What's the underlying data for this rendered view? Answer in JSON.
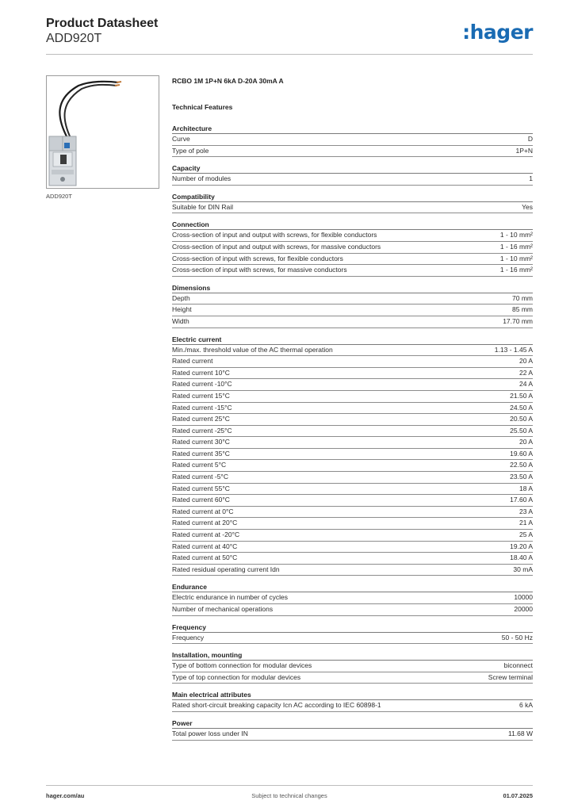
{
  "header": {
    "title": "Product Datasheet",
    "code": "ADD920T",
    "logo": ":hager"
  },
  "image": {
    "caption": "ADD920T"
  },
  "product_title": "RCBO 1M 1P+N 6kA D-20A 30mA A",
  "features_title": "Technical Features",
  "sections": [
    {
      "title": "Architecture",
      "rows": [
        {
          "label": "Curve",
          "value": "D"
        },
        {
          "label": "Type of pole",
          "value": "1P+N"
        }
      ]
    },
    {
      "title": "Capacity",
      "rows": [
        {
          "label": "Number of modules",
          "value": "1"
        }
      ]
    },
    {
      "title": "Compatibility",
      "rows": [
        {
          "label": "Suitable for DIN Rail",
          "value": "Yes"
        }
      ]
    },
    {
      "title": "Connection",
      "rows": [
        {
          "label": "Cross-section of input and output with screws, for flexible conductors",
          "value": "1 - 10 mm²"
        },
        {
          "label": "Cross-section of input and output with screws, for massive conductors",
          "value": "1 - 16 mm²"
        },
        {
          "label": "Cross-section of input with screws, for flexible conductors",
          "value": "1 - 10 mm²"
        },
        {
          "label": "Cross-section of input with screws, for massive conductors",
          "value": "1 - 16 mm²"
        }
      ]
    },
    {
      "title": "Dimensions",
      "rows": [
        {
          "label": "Depth",
          "value": "70 mm"
        },
        {
          "label": "Height",
          "value": "85 mm"
        },
        {
          "label": "Width",
          "value": "17.70 mm"
        }
      ]
    },
    {
      "title": "Electric current",
      "rows": [
        {
          "label": "Min./max. threshold value of the AC thermal operation",
          "value": "1.13 - 1.45 A"
        },
        {
          "label": "Rated current",
          "value": "20 A"
        },
        {
          "label": "Rated current 10°C",
          "value": "22 A"
        },
        {
          "label": "Rated current -10°C",
          "value": "24 A"
        },
        {
          "label": "Rated current 15°C",
          "value": "21.50 A"
        },
        {
          "label": "Rated current -15°C",
          "value": "24.50 A"
        },
        {
          "label": "Rated current 25°C",
          "value": "20.50 A"
        },
        {
          "label": "Rated current -25°C",
          "value": "25.50 A"
        },
        {
          "label": "Rated current 30°C",
          "value": "20 A"
        },
        {
          "label": "Rated current 35°C",
          "value": "19.60 A"
        },
        {
          "label": "Rated current 5°C",
          "value": "22.50 A"
        },
        {
          "label": "Rated current -5°C",
          "value": "23.50 A"
        },
        {
          "label": "Rated current 55°C",
          "value": "18 A"
        },
        {
          "label": "Rated current 60°C",
          "value": "17.60 A"
        },
        {
          "label": "Rated current at 0°C",
          "value": "23 A"
        },
        {
          "label": "Rated current at 20°C",
          "value": "21 A"
        },
        {
          "label": "Rated current at -20°C",
          "value": "25 A"
        },
        {
          "label": "Rated current at 40°C",
          "value": "19.20 A"
        },
        {
          "label": "Rated current at 50°C",
          "value": "18.40 A"
        },
        {
          "label": "Rated residual operating current Idn",
          "value": "30 mA"
        }
      ]
    },
    {
      "title": "Endurance",
      "rows": [
        {
          "label": "Electric endurance in number of cycles",
          "value": "10000"
        },
        {
          "label": "Number of mechanical operations",
          "value": "20000"
        }
      ]
    },
    {
      "title": "Frequency",
      "rows": [
        {
          "label": "Frequency",
          "value": "50 - 50 Hz"
        }
      ]
    },
    {
      "title": "Installation, mounting",
      "rows": [
        {
          "label": "Type of bottom connection for modular devices",
          "value": "biconnect"
        },
        {
          "label": "Type of top connection for modular devices",
          "value": "Screw terminal"
        }
      ]
    },
    {
      "title": "Main electrical attributes",
      "rows": [
        {
          "label": "Rated short-circuit breaking capacity Icn AC according to IEC 60898-1",
          "value": "6 kA"
        }
      ]
    },
    {
      "title": "Power",
      "rows": [
        {
          "label": "Total power loss under IN",
          "value": "11.68 W"
        }
      ]
    }
  ],
  "footer": {
    "left": "hager.com/au",
    "center": "Subject to technical changes",
    "right": "01.07.2025"
  },
  "colors": {
    "brand": "#1a6bb3",
    "rule": "#8d8d8d"
  }
}
